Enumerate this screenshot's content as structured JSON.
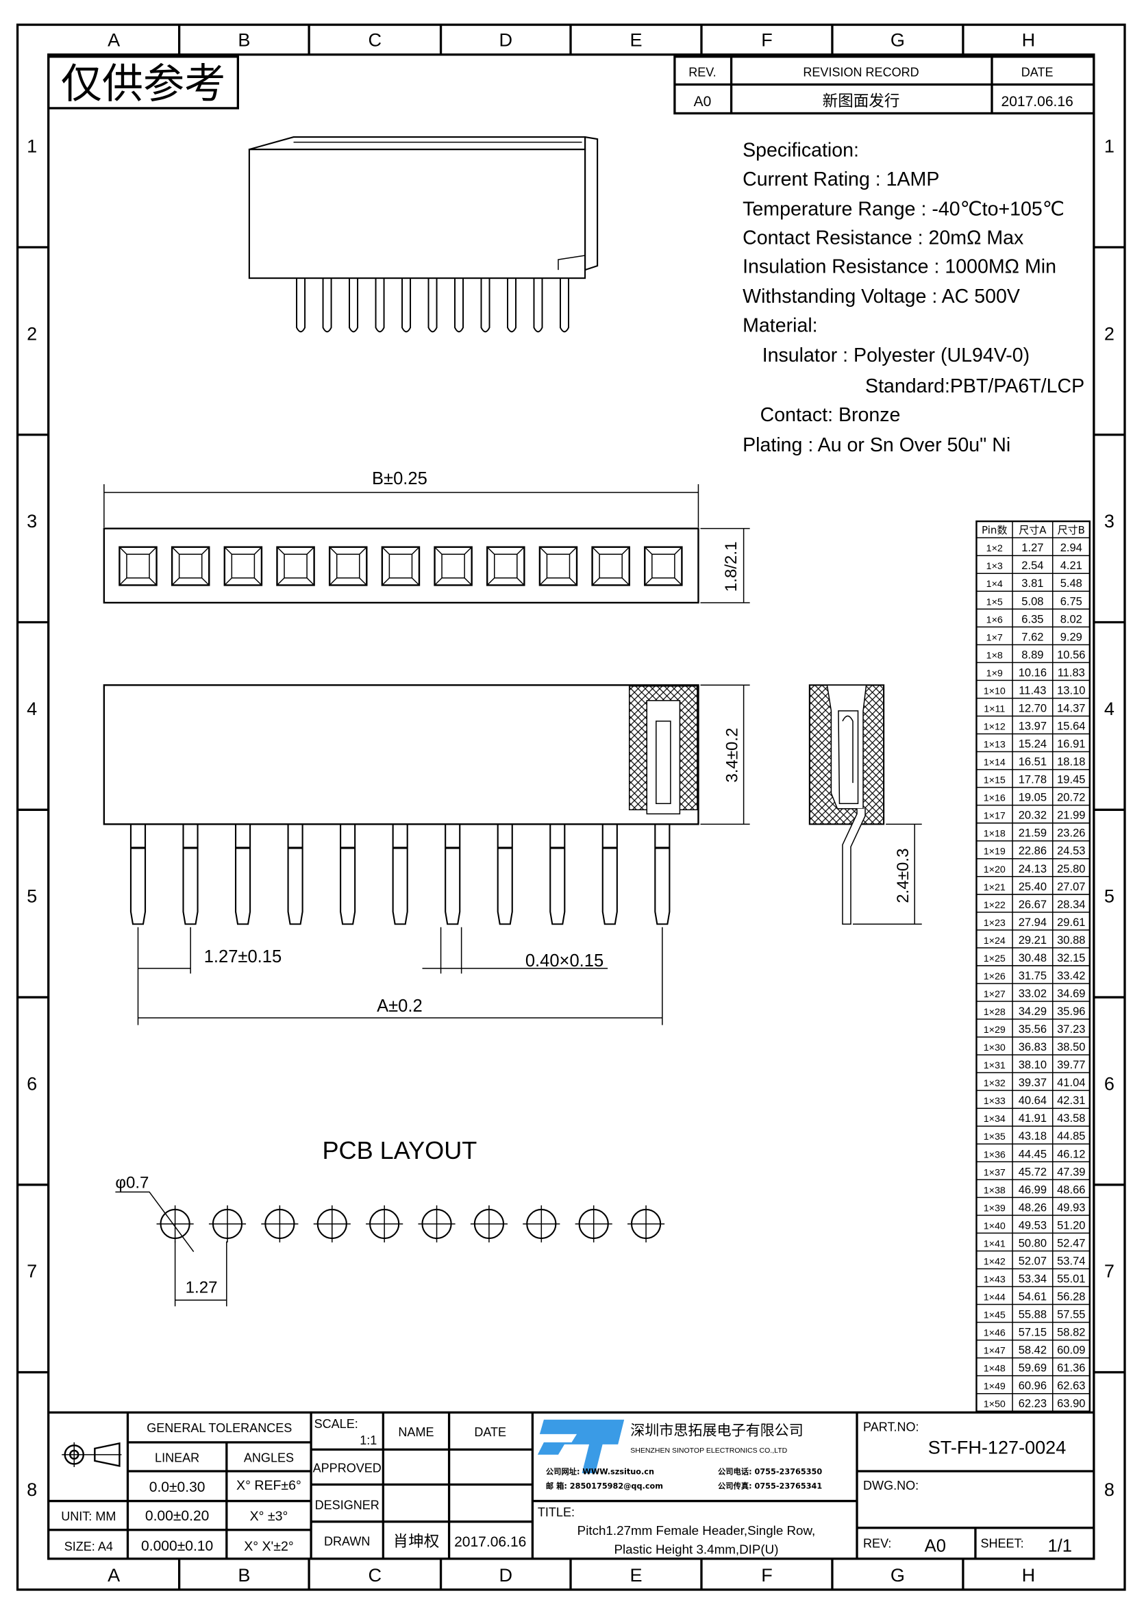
{
  "frame": {
    "columns": [
      "A",
      "B",
      "C",
      "D",
      "E",
      "F",
      "G",
      "H"
    ],
    "rows": [
      "1",
      "2",
      "3",
      "4",
      "5",
      "6",
      "7",
      "8"
    ]
  },
  "watermark": "仅供参考",
  "revision": {
    "headers": {
      "rev": "REV.",
      "record": "REVISION RECORD",
      "date": "DATE"
    },
    "entry": {
      "rev": "A0",
      "record": "新图面发行",
      "date": "2017.06.16"
    }
  },
  "spec": {
    "title": "Specification:",
    "current": "Current Rating : 1AMP",
    "temperature": "Temperature Range : -40℃to+105℃",
    "contact_resistance": "Contact Resistance : 20mΩ Max",
    "insulation_resistance": "Insulation Resistance : 1000MΩ Min",
    "voltage": "Withstanding Voltage : AC 500V",
    "material": "Material:",
    "insulator": "Insulator : Polyester (UL94V-0)",
    "standard": "Standard:PBT/PA6T/LCP",
    "contact": "Contact: Bronze",
    "plating": "Plating : Au or Sn Over 50u\" Ni"
  },
  "dimensions": {
    "b": "B±0.25",
    "width": "1.8/2.1",
    "height": "3.4±0.2",
    "pitch": "1.27±0.15",
    "pin_size": "0.40×0.15",
    "a": "A±0.2",
    "tail": "2.4±0.3",
    "pcb_title": "PCB LAYOUT",
    "hole": "φ0.7",
    "pcb_pitch": "1.27"
  },
  "pin_table": {
    "headers": [
      "Pin数",
      "尺寸A",
      "尺寸B"
    ],
    "rows": [
      [
        "1×2",
        "1.27",
        "2.94"
      ],
      [
        "1×3",
        "2.54",
        "4.21"
      ],
      [
        "1×4",
        "3.81",
        "5.48"
      ],
      [
        "1×5",
        "5.08",
        "6.75"
      ],
      [
        "1×6",
        "6.35",
        "8.02"
      ],
      [
        "1×7",
        "7.62",
        "9.29"
      ],
      [
        "1×8",
        "8.89",
        "10.56"
      ],
      [
        "1×9",
        "10.16",
        "11.83"
      ],
      [
        "1×10",
        "11.43",
        "13.10"
      ],
      [
        "1×11",
        "12.70",
        "14.37"
      ],
      [
        "1×12",
        "13.97",
        "15.64"
      ],
      [
        "1×13",
        "15.24",
        "16.91"
      ],
      [
        "1×14",
        "16.51",
        "18.18"
      ],
      [
        "1×15",
        "17.78",
        "19.45"
      ],
      [
        "1×16",
        "19.05",
        "20.72"
      ],
      [
        "1×17",
        "20.32",
        "21.99"
      ],
      [
        "1×18",
        "21.59",
        "23.26"
      ],
      [
        "1×19",
        "22.86",
        "24.53"
      ],
      [
        "1×20",
        "24.13",
        "25.80"
      ],
      [
        "1×21",
        "25.40",
        "27.07"
      ],
      [
        "1×22",
        "26.67",
        "28.34"
      ],
      [
        "1×23",
        "27.94",
        "29.61"
      ],
      [
        "1×24",
        "29.21",
        "30.88"
      ],
      [
        "1×25",
        "30.48",
        "32.15"
      ],
      [
        "1×26",
        "31.75",
        "33.42"
      ],
      [
        "1×27",
        "33.02",
        "34.69"
      ],
      [
        "1×28",
        "34.29",
        "35.96"
      ],
      [
        "1×29",
        "35.56",
        "37.23"
      ],
      [
        "1×30",
        "36.83",
        "38.50"
      ],
      [
        "1×31",
        "38.10",
        "39.77"
      ],
      [
        "1×32",
        "39.37",
        "41.04"
      ],
      [
        "1×33",
        "40.64",
        "42.31"
      ],
      [
        "1×34",
        "41.91",
        "43.58"
      ],
      [
        "1×35",
        "43.18",
        "44.85"
      ],
      [
        "1×36",
        "44.45",
        "46.12"
      ],
      [
        "1×37",
        "45.72",
        "47.39"
      ],
      [
        "1×38",
        "46.99",
        "48.66"
      ],
      [
        "1×39",
        "48.26",
        "49.93"
      ],
      [
        "1×40",
        "49.53",
        "51.20"
      ],
      [
        "1×41",
        "50.80",
        "52.47"
      ],
      [
        "1×42",
        "52.07",
        "53.74"
      ],
      [
        "1×43",
        "53.34",
        "55.01"
      ],
      [
        "1×44",
        "54.61",
        "56.28"
      ],
      [
        "1×45",
        "55.88",
        "57.55"
      ],
      [
        "1×46",
        "57.15",
        "58.82"
      ],
      [
        "1×47",
        "58.42",
        "60.09"
      ],
      [
        "1×48",
        "59.69",
        "61.36"
      ],
      [
        "1×49",
        "60.96",
        "62.63"
      ],
      [
        "1×50",
        "62.23",
        "63.90"
      ]
    ]
  },
  "title_block": {
    "general_tolerances": "GENERAL TOLERANCES",
    "linear": "LINEAR",
    "angles": "ANGLES",
    "lin1": "0.0±0.30",
    "ang1": "X° REF±6°",
    "lin2": "0.00±0.20",
    "ang2": "X° ±3°",
    "lin3": "0.000±0.10",
    "ang3": "X° X'±2°",
    "unit": "UNIT: MM",
    "size": "SIZE: A4",
    "scale_label": "SCALE:",
    "scale_value": "1:1",
    "name": "NAME",
    "date": "DATE",
    "approved": "APPROVED",
    "designer": "DESIGNER",
    "drawn": "DRAWN",
    "drawn_name": "肖坤权",
    "drawn_date": "2017.06.16",
    "logo": "STP",
    "company_cn": "深圳市思拓展电子有限公司",
    "company_en": "SHENZHEN SINOTOP ELECTRONICS CO.,LTD",
    "website": "公司网址: WWW.szsituo.cn",
    "email": "邮    箱: 2850175982@qq.com",
    "phone": "公司电话: 0755-23765350",
    "fax": "公司传真: 0755-23765341",
    "title_label": "TITLE:",
    "title_line1": "Pitch1.27mm Female Header,Single Row,",
    "title_line2": "Plastic Height 3.4mm,DIP(U)",
    "part_no_label": "PART.NO:",
    "part_no": "ST-FH-127-0024",
    "dwg_no_label": "DWG.NO:",
    "rev_label": "REV:",
    "rev": "A0",
    "sheet_label": "SHEET:",
    "sheet": "1/1"
  },
  "colors": {
    "logo": "#3a9be6",
    "line": "#000000"
  }
}
